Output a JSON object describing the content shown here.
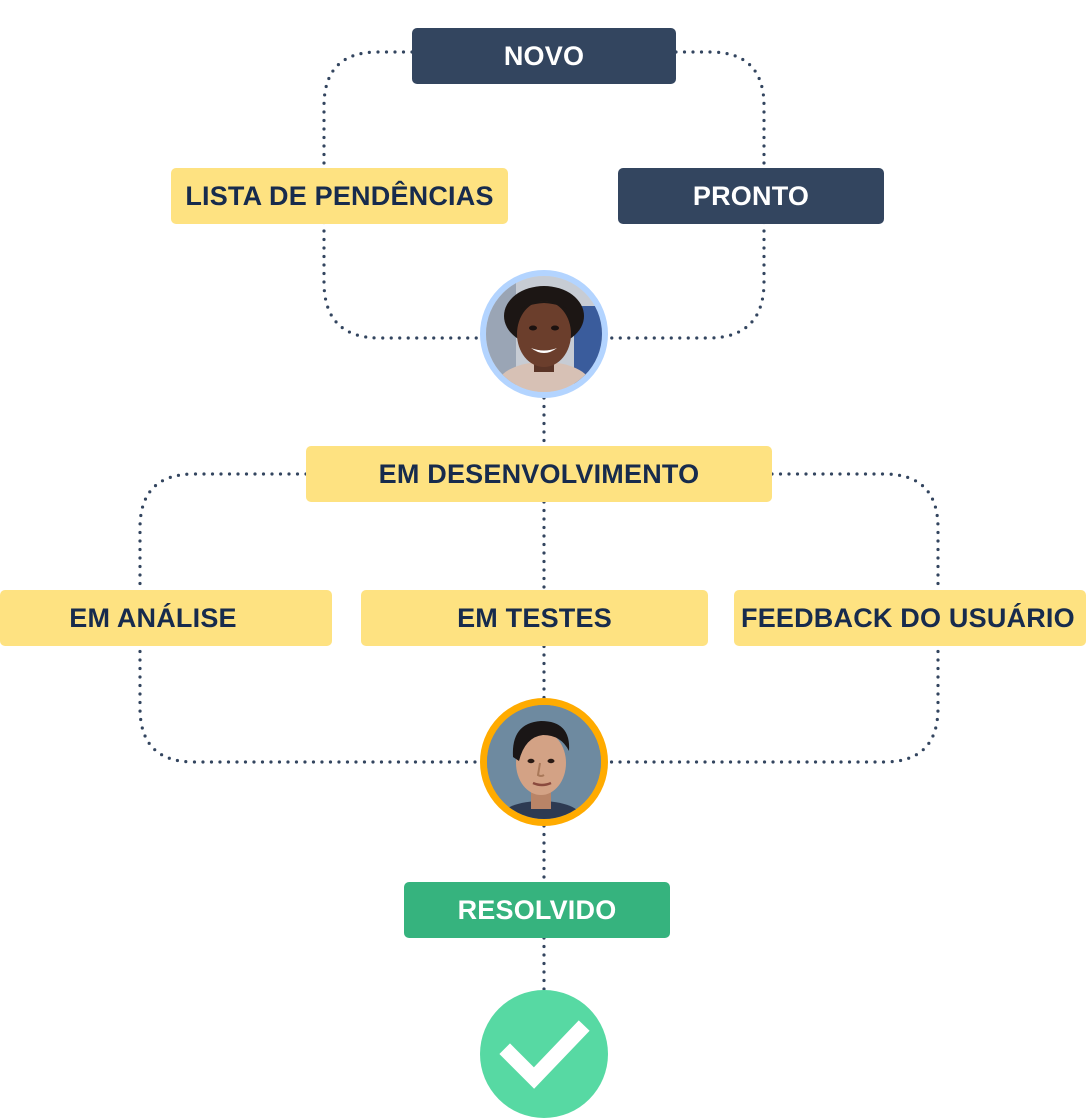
{
  "nodes": {
    "novo": "NOVO",
    "lista_de_pendencias": "LISTA DE PENDÊNCIAS",
    "pronto": "PRONTO",
    "em_desenvolvimento": "EM DESENVOLVIMENTO",
    "em_analise": "EM ANÁLISE",
    "em_testes": "EM TESTES",
    "feedback_do_usuario": "FEEDBACK DO USUÁRIO",
    "resolvido": "RESOLVIDO"
  },
  "avatars": {
    "first": {
      "icon": "woman-avatar-icon",
      "ring_color": "#b3d4ff"
    },
    "second": {
      "icon": "man-avatar-icon",
      "ring_color": "#ffab00"
    }
  },
  "final": {
    "icon": "checkmark-icon",
    "color": "#57d9a3"
  },
  "colors": {
    "dark_status": "#33455f",
    "in_progress": "#fee281",
    "done": "#36b37e",
    "connector": "#33455f"
  }
}
